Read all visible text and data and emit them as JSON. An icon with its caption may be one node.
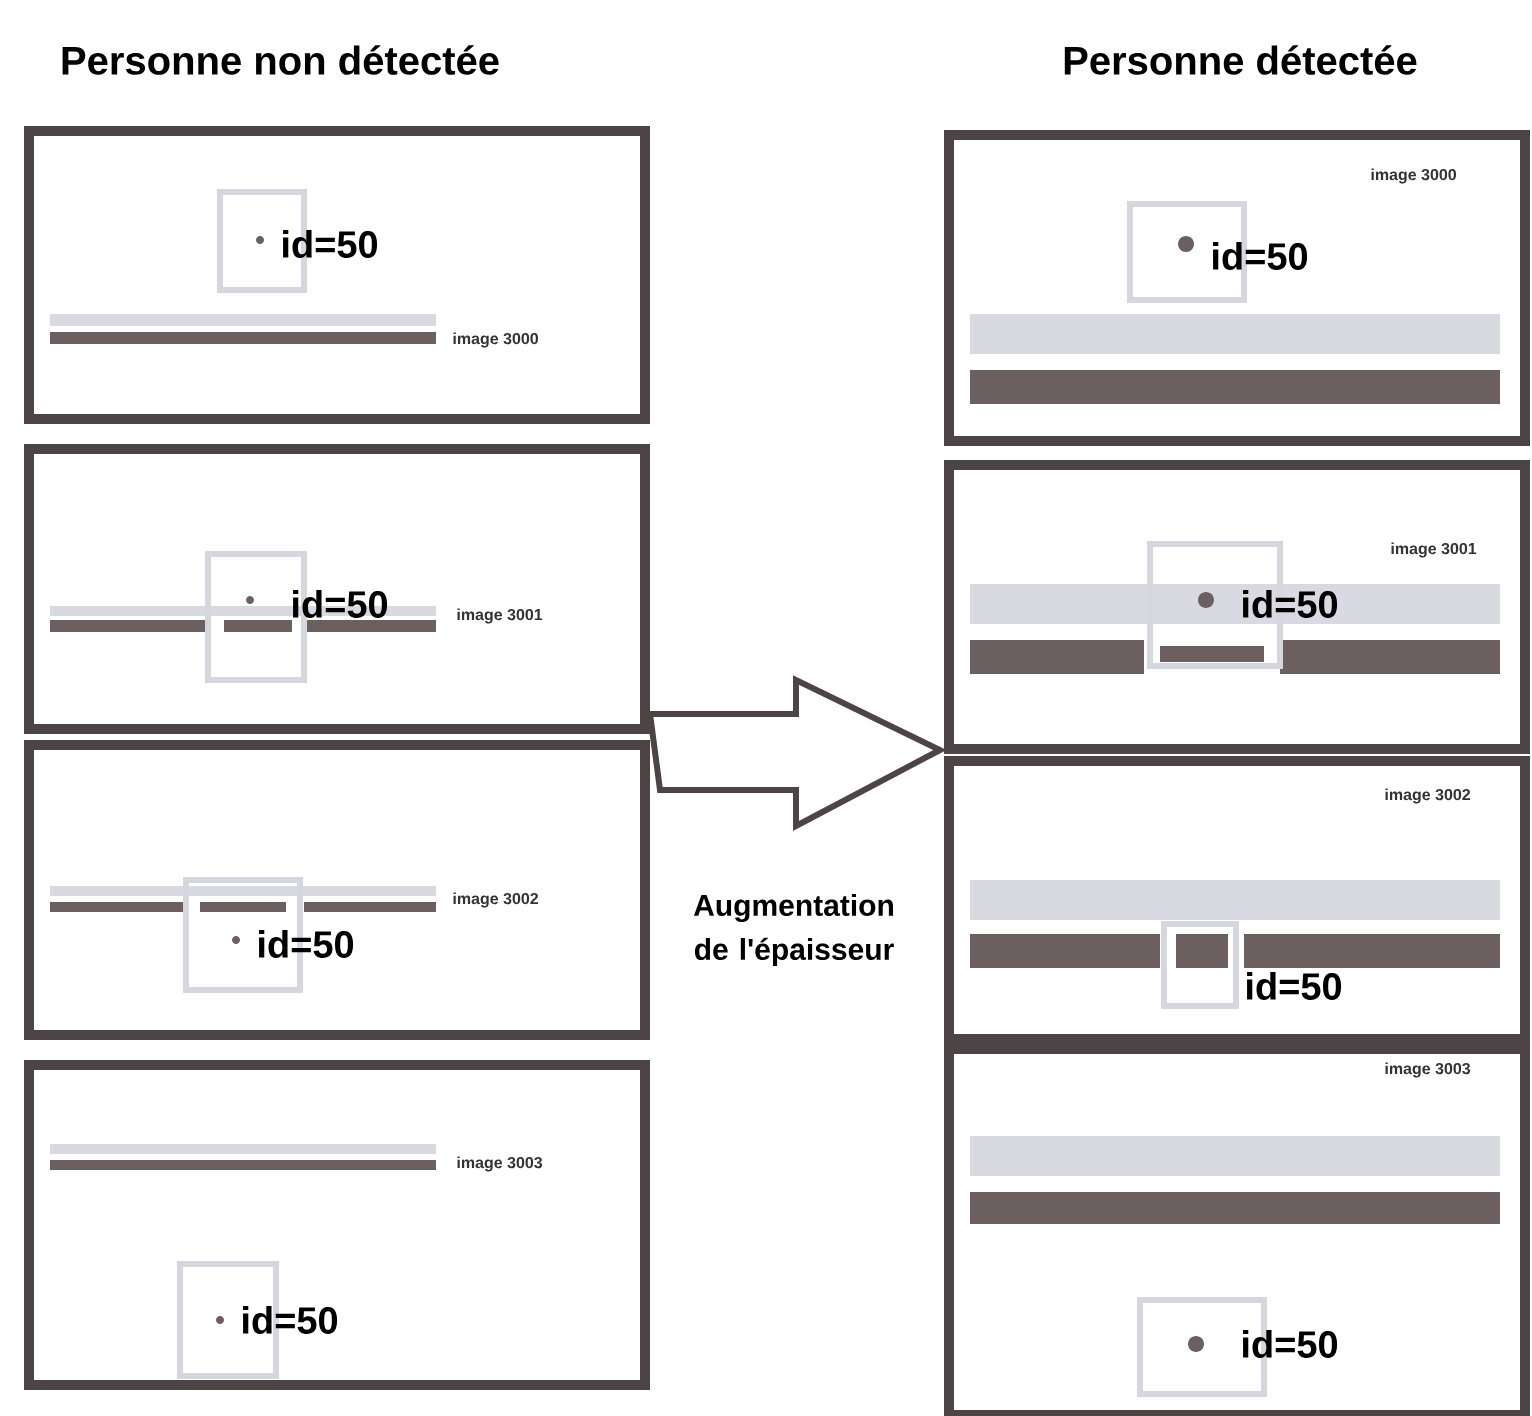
{
  "diagram": {
    "nodes": [
      {
        "text": [
          "id=50",
          "image 3000"
        ]
      },
      {
        "text": [
          "id=50",
          "image 3001"
        ]
      },
      {
        "text": [
          "id=50",
          "image 3002"
        ]
      },
      {
        "text": [
          "id=50",
          "image 3003"
        ]
      },
      {
        "text": [
          "id=50",
          "image 3000"
        ]
      },
      {
        "text": [
          "id=50",
          "image 3001"
        ]
      },
      {
        "text": [
          "id=50",
          "image 3002"
        ]
      },
      {
        "text": [
          "id=50",
          "image 3003"
        ]
      }
    ],
    "edges": [
      {
        "from": 2,
        "to": 6,
        "arrow": "to",
        "label": "Augmentation de l'épaisseur"
      }
    ],
    "labels": [
      "Personne non détectée",
      "Personne détectée"
    ]
  }
}
